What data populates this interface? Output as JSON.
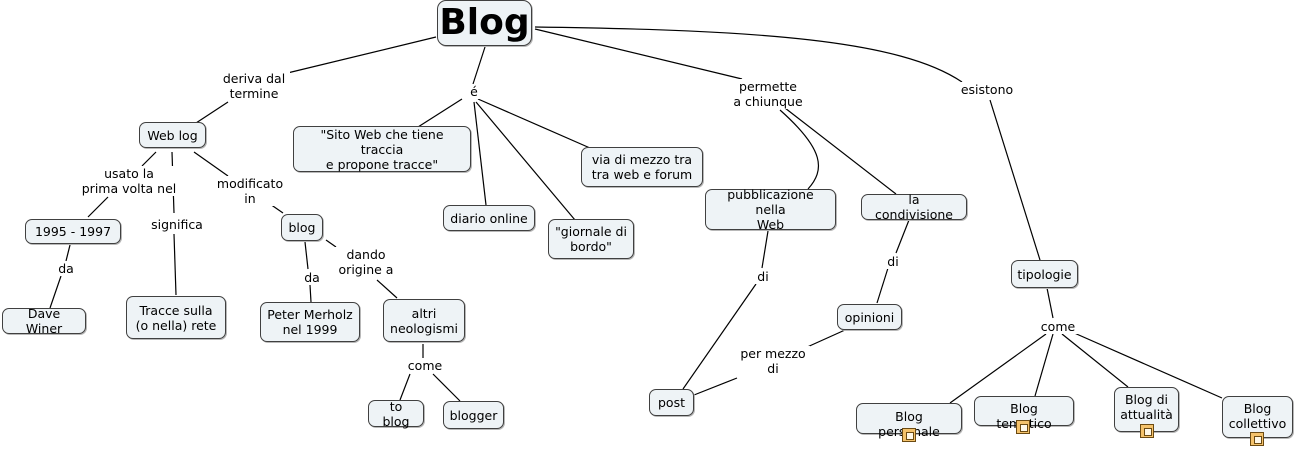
{
  "nodes": {
    "blog_root": "Blog",
    "web_log": "Web log",
    "sito_web": "\"Sito Web che tiene traccia\ne propone tracce\"",
    "via_di_mezzo": "via di mezzo tra\ntra web e forum",
    "diario_online": "diario online",
    "giornale_di_bordo": "\"giornale di\nbordo\"",
    "pubblicazione": "pubblicazione nella\nWeb",
    "condivisione": "la condivisione",
    "tipologie": "tipologie",
    "anni": "1995 - 1997",
    "dave_winer": "Dave Winer",
    "tracce_rete": "Tracce sulla\n(o nella) rete",
    "blog_small": "blog",
    "peter_merholz": "Peter Merholz\nnel 1999",
    "altri_neologismi": "altri\nneologismi",
    "to_blog": "to blog",
    "blogger": "blogger",
    "opinioni": "opinioni",
    "post": "post",
    "blog_personale": "Blog personale",
    "blog_tematico": "Blog tematico",
    "blog_attualita": "Blog di\nattualità",
    "blog_collettivo": "Blog\ncollettivo"
  },
  "links": {
    "deriva": "deriva dal\ntermine",
    "e": "é",
    "permette": "permette\na chiunque",
    "esistono": "esistono",
    "usato": "usato la\nprima volta nel",
    "significa": "significa",
    "modificato": "modificato\nin",
    "da_1": "da",
    "da_2": "da",
    "dando": "dando\norigine a",
    "come_1": "come",
    "di_1": "di",
    "di_2": "di",
    "per_mezzo": "per mezzo\ndi",
    "come_2": "come"
  },
  "colors": {
    "node_fill": "#eef3f6",
    "node_border": "#404040",
    "line": "#000000",
    "resource_icon": "#f4c26b"
  },
  "icons": [
    "resource-icon"
  ]
}
